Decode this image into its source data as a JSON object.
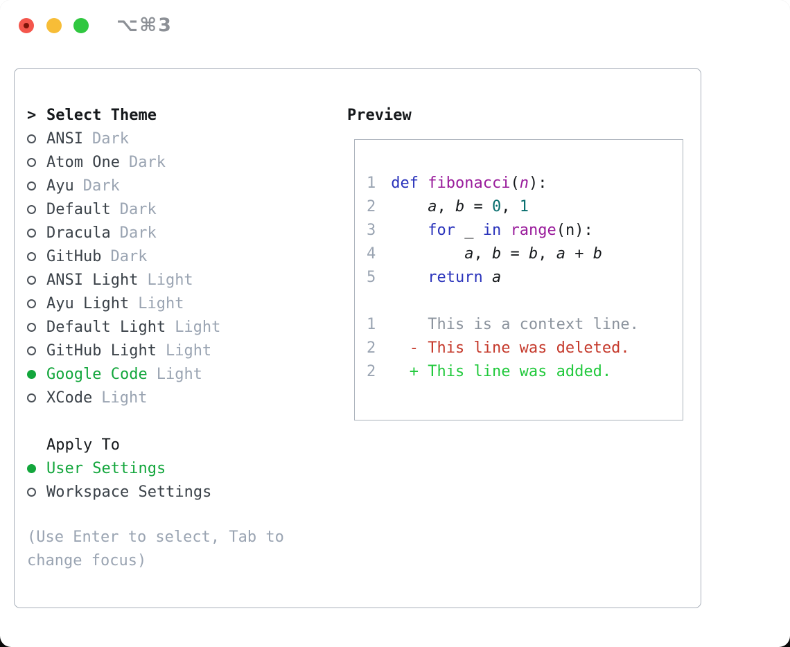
{
  "window": {
    "shortcut_title": "⌥⌘3"
  },
  "panel": {
    "select_theme": {
      "prefix": ">",
      "title": "Select Theme"
    },
    "themes": [
      {
        "name": "ANSI",
        "variant": "Dark",
        "selected": false
      },
      {
        "name": "Atom One",
        "variant": "Dark",
        "selected": false
      },
      {
        "name": "Ayu",
        "variant": "Dark",
        "selected": false
      },
      {
        "name": "Default",
        "variant": "Dark",
        "selected": false
      },
      {
        "name": "Dracula",
        "variant": "Dark",
        "selected": false
      },
      {
        "name": "GitHub",
        "variant": "Dark",
        "selected": false
      },
      {
        "name": "ANSI Light",
        "variant": "Light",
        "selected": false
      },
      {
        "name": "Ayu Light",
        "variant": "Light",
        "selected": false
      },
      {
        "name": "Default Light",
        "variant": "Light",
        "selected": false
      },
      {
        "name": "GitHub Light",
        "variant": "Light",
        "selected": false
      },
      {
        "name": "Google Code",
        "variant": "Light",
        "selected": true
      },
      {
        "name": "XCode",
        "variant": "Light",
        "selected": false
      }
    ],
    "apply_to": {
      "title": "Apply To",
      "options": [
        {
          "label": "User Settings",
          "selected": true
        },
        {
          "label": "Workspace Settings",
          "selected": false
        }
      ]
    },
    "hint": "(Use Enter to select, Tab to change focus)"
  },
  "preview": {
    "title": "Preview",
    "code_lines": [
      {
        "num": "1",
        "tokens": [
          {
            "t": "kw",
            "s": "def"
          },
          {
            "t": "pl",
            "s": " "
          },
          {
            "t": "fn",
            "s": "fibonacci"
          },
          {
            "t": "pl",
            "s": "("
          },
          {
            "t": "arg",
            "s": "n"
          },
          {
            "t": "pl",
            "s": "):"
          }
        ]
      },
      {
        "num": "2",
        "tokens": [
          {
            "t": "pl",
            "s": "    "
          },
          {
            "t": "var",
            "s": "a"
          },
          {
            "t": "pl",
            "s": ", "
          },
          {
            "t": "var",
            "s": "b"
          },
          {
            "t": "pl",
            "s": " = "
          },
          {
            "t": "lit",
            "s": "0"
          },
          {
            "t": "pl",
            "s": ", "
          },
          {
            "t": "lit",
            "s": "1"
          }
        ]
      },
      {
        "num": "3",
        "tokens": [
          {
            "t": "pl",
            "s": "    "
          },
          {
            "t": "kw",
            "s": "for"
          },
          {
            "t": "pl",
            "s": " _ "
          },
          {
            "t": "kw",
            "s": "in"
          },
          {
            "t": "pl",
            "s": " "
          },
          {
            "t": "fn",
            "s": "range"
          },
          {
            "t": "pl",
            "s": "(n):"
          }
        ]
      },
      {
        "num": "4",
        "tokens": [
          {
            "t": "pl",
            "s": "        "
          },
          {
            "t": "var",
            "s": "a"
          },
          {
            "t": "pl",
            "s": ", "
          },
          {
            "t": "var",
            "s": "b"
          },
          {
            "t": "pl",
            "s": " = "
          },
          {
            "t": "var",
            "s": "b"
          },
          {
            "t": "pl",
            "s": ", "
          },
          {
            "t": "var",
            "s": "a"
          },
          {
            "t": "pl",
            "s": " + "
          },
          {
            "t": "var",
            "s": "b"
          }
        ]
      },
      {
        "num": "5",
        "tokens": [
          {
            "t": "pl",
            "s": "    "
          },
          {
            "t": "kw",
            "s": "return"
          },
          {
            "t": "pl",
            "s": " "
          },
          {
            "t": "var",
            "s": "a"
          }
        ]
      }
    ],
    "diff_lines": [
      {
        "num": "1",
        "marker": "",
        "text": "This is a context line.",
        "kind": "context"
      },
      {
        "num": "2",
        "marker": "-",
        "text": "This line was deleted.",
        "kind": "deleted"
      },
      {
        "num": "2",
        "marker": "+",
        "text": "This line was added.",
        "kind": "added"
      }
    ]
  },
  "colors": {
    "accent_green": "#13a63c",
    "added_green": "#21c93c",
    "deleted_red": "#c5392b",
    "keyword_blue": "#2a33bb",
    "function_purple": "#991b9b",
    "literal_teal": "#066d6d",
    "muted_gray": "#9aa4b2",
    "context_gray": "#8b939d",
    "border_gray": "#a9b0ba",
    "traffic_red": "#f4564c",
    "traffic_yellow": "#f7bd37",
    "traffic_green": "#30c740"
  }
}
